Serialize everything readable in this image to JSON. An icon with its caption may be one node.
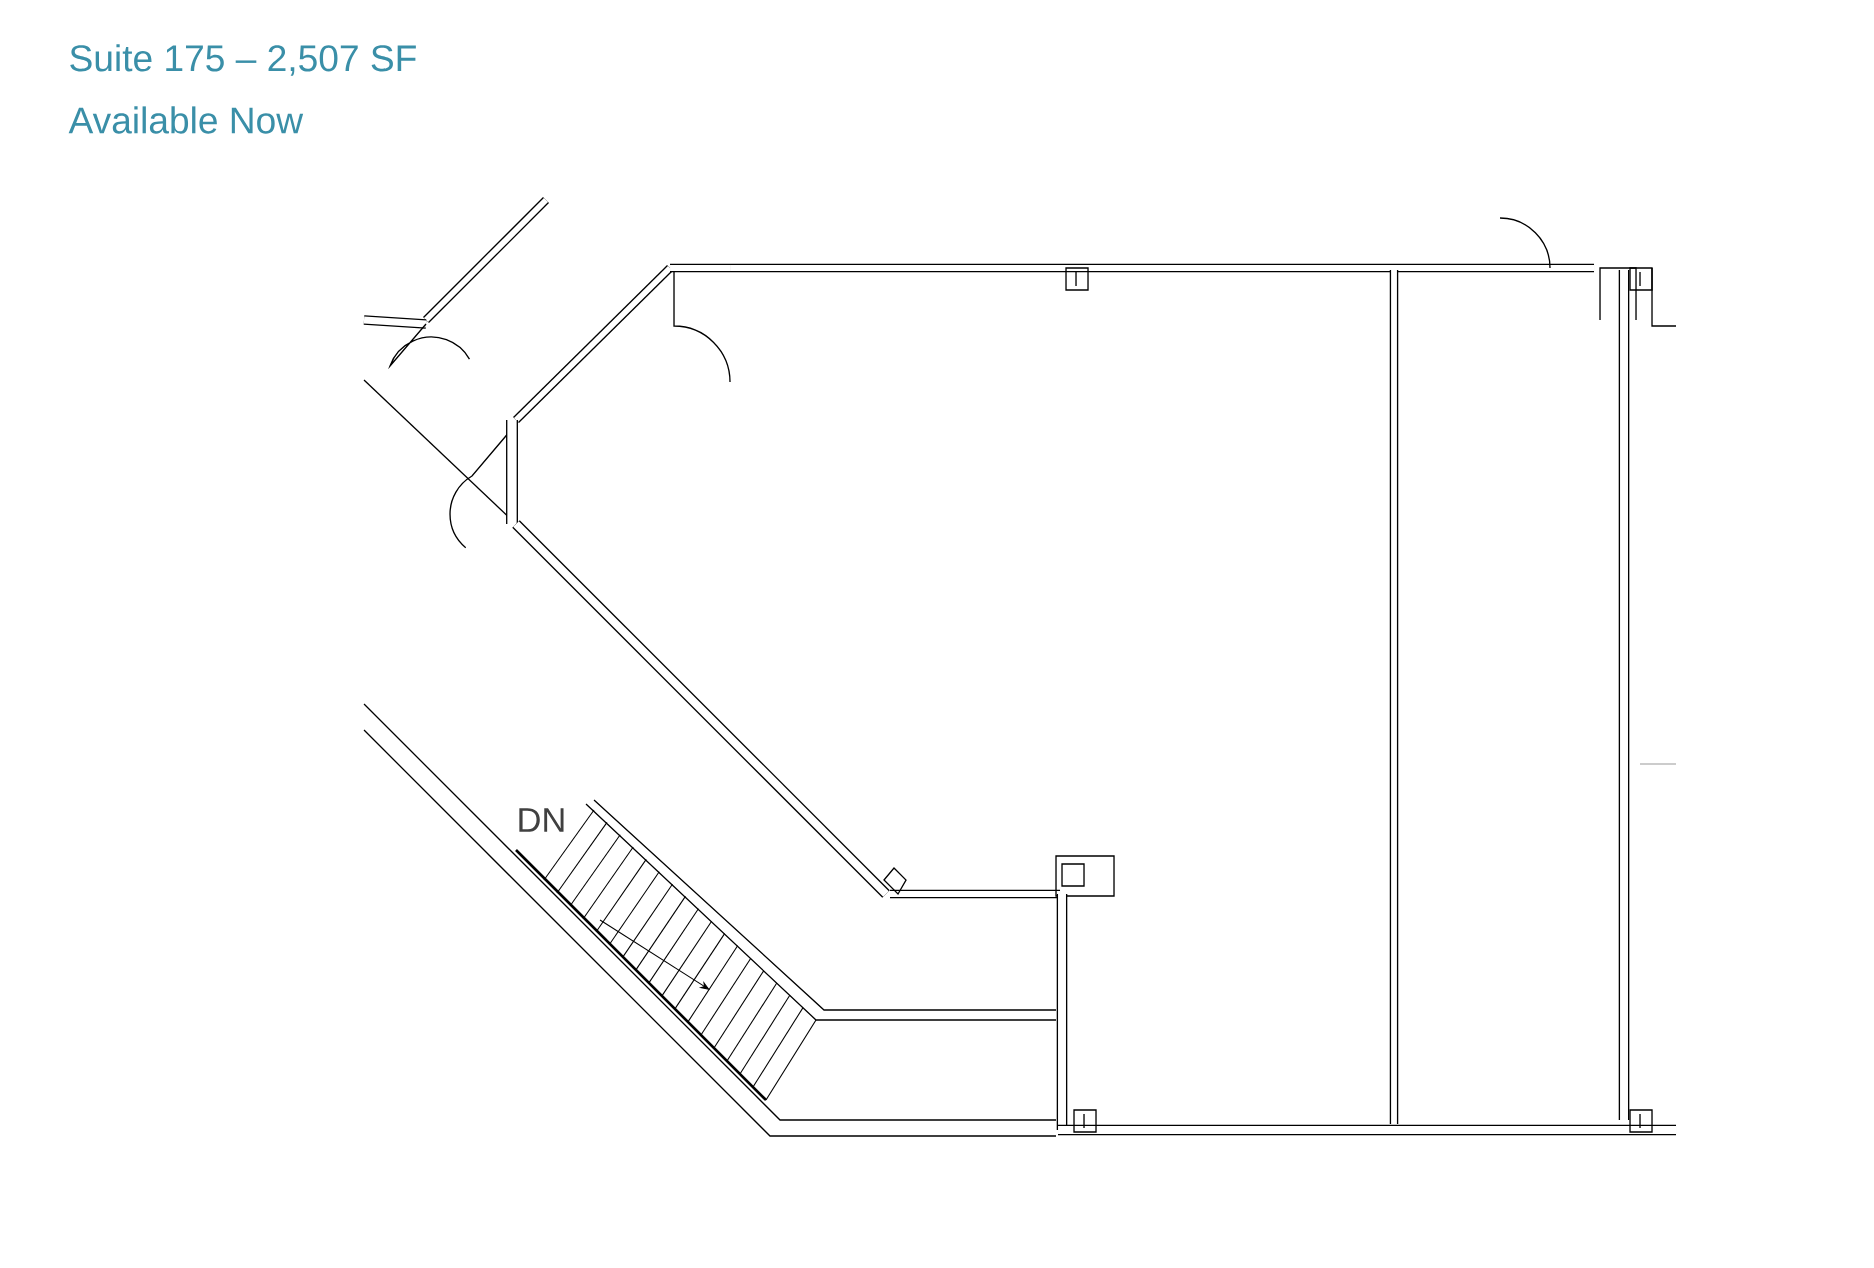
{
  "diagram": {
    "title": "Suite 175 – 2,507 SF",
    "labels": [
      "Available Now",
      "DN"
    ]
  }
}
